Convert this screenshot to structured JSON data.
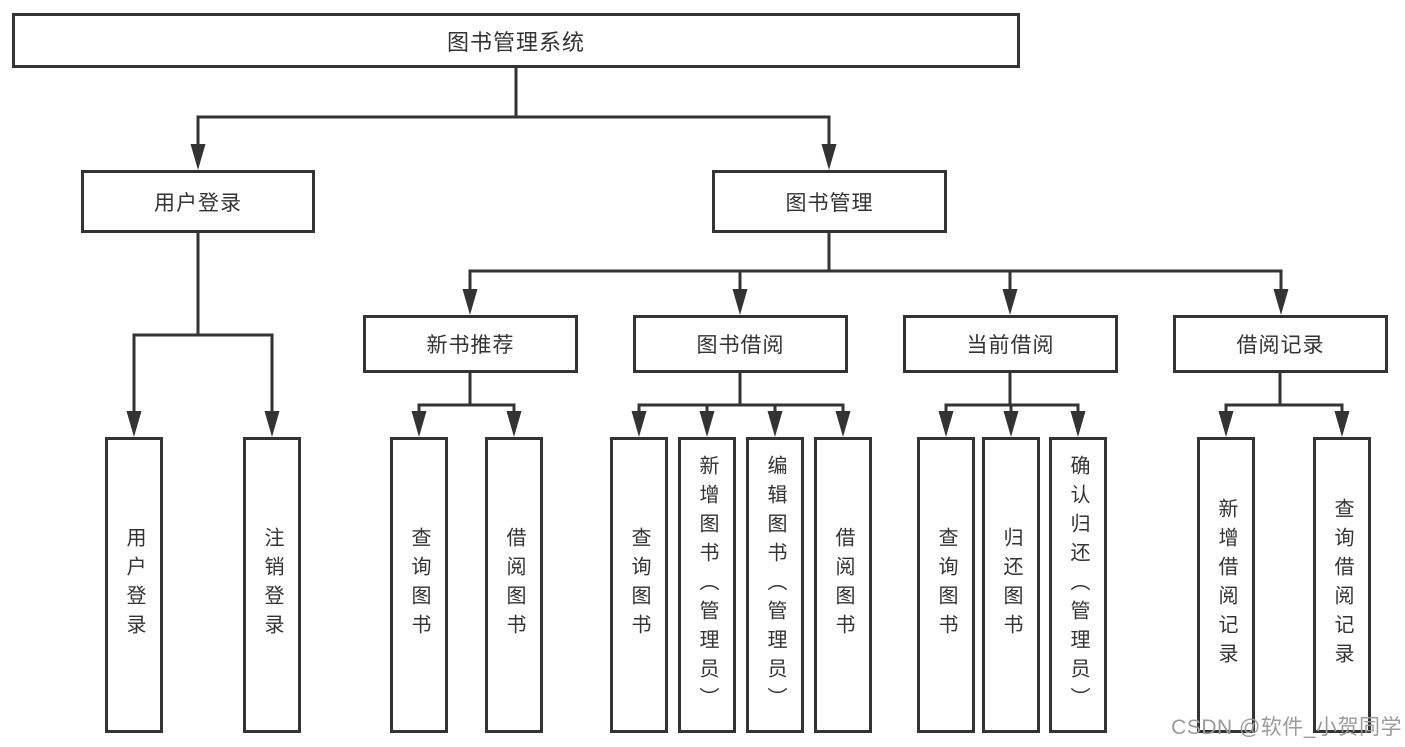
{
  "diagram": {
    "root": "图书管理系统",
    "branches": [
      {
        "label": "用户登录",
        "leaves": [
          "用户登录",
          "注销登录"
        ]
      },
      {
        "label": "图书管理",
        "groups": [
          {
            "label": "新书推荐",
            "leaves": [
              "查询图书",
              "借阅图书"
            ]
          },
          {
            "label": "图书借阅",
            "leaves": [
              "查询图书",
              "新增图书（管理员）",
              "编辑图书（管理员）",
              "借阅图书"
            ]
          },
          {
            "label": "当前借阅",
            "leaves": [
              "查询图书",
              "归还图书",
              "确认归还（管理员）"
            ]
          },
          {
            "label": "借阅记录",
            "leaves": [
              "新增借阅记录",
              "查询借阅记录"
            ]
          }
        ]
      }
    ]
  },
  "watermark": "CSDN @软件_小贺同学",
  "colors": {
    "line": "#333333",
    "text": "#333333",
    "box_background": "#ffffff",
    "watermark": "#9b9b9b"
  }
}
